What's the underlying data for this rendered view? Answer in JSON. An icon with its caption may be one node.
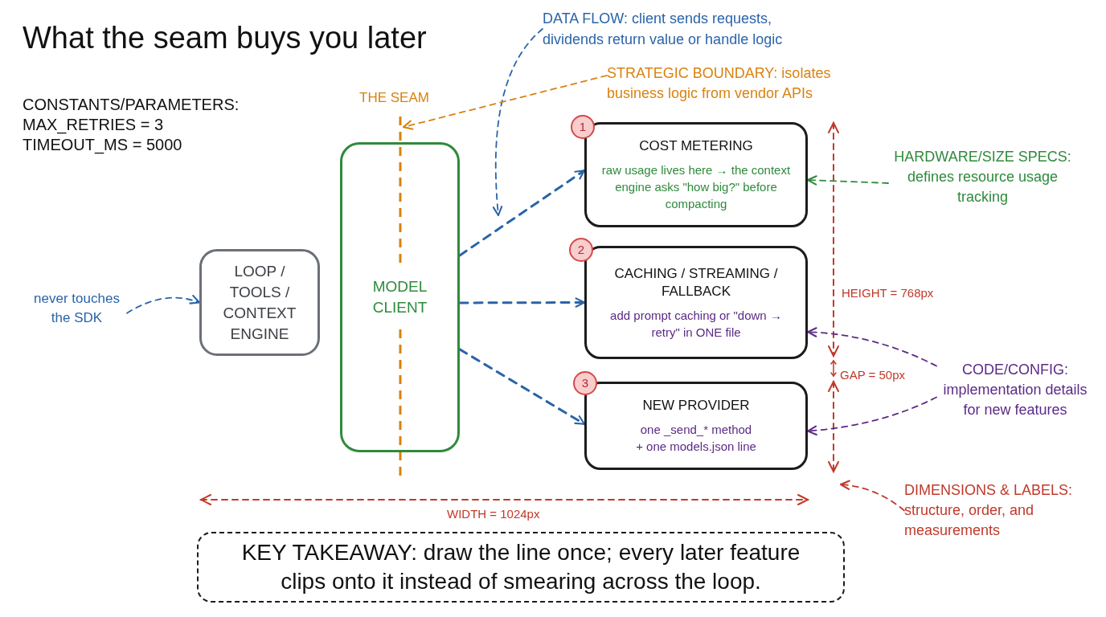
{
  "diagram": {
    "title": "What the seam buys you later",
    "nodes": [
      {
        "text": [
          "never touches the SDK"
        ]
      },
      {
        "text": [
          "LOOP / TOOLS / CONTEXT ENGINE"
        ]
      },
      {
        "text": [
          "MODEL CLIENT"
        ]
      },
      {
        "text": [],
        "shape": "line"
      },
      {
        "text": [
          "DATA FLOW: client sends requests, dividends return value or handle logic"
        ]
      },
      {
        "text": [
          "STRATEGIC BOUNDARY: isolates business logic from vendor APIs"
        ]
      },
      {
        "text": [
          "COST METERING",
          "raw usage lives here → the context engine asks \"how big?\" before compacting"
        ]
      },
      {
        "text": [
          "HARDWARE/SIZE SPECS: defines resource usage tracking"
        ]
      },
      {
        "text": [
          "CACHING / STREAMING / FALLBACK",
          "add prompt caching or \"down → retry\" in ONE file"
        ]
      },
      {
        "text": [
          "NEW PROVIDER",
          "one _send_* method + one models.json line"
        ]
      },
      {
        "text": [
          "CODE/CONFIG: implementation details for new features"
        ]
      },
      {
        "text": [
          "DIMENSIONS & LABELS: structure, order, and measurements"
        ]
      },
      {
        "text": [
          "KEY TAKEAWAY: draw the line once; every later feature clips onto it instead of smearing across the loop."
        ]
      }
    ],
    "edges": [
      {
        "from": 0,
        "to": 1,
        "arrow": "to",
        "style": "dashed"
      },
      {
        "from": 2,
        "to": 6,
        "arrow": "to",
        "style": "dashed"
      },
      {
        "from": 2,
        "to": 8,
        "arrow": "to",
        "style": "dashed"
      },
      {
        "from": 2,
        "to": 9,
        "arrow": "to",
        "style": "dashed"
      },
      {
        "from": 4,
        "to": null,
        "arrow": "to",
        "style": "dashed"
      },
      {
        "from": 5,
        "to": 3,
        "arrow": "to",
        "style": "dashed",
        "color": "#d9820f"
      },
      {
        "from": 7,
        "to": 6,
        "arrow": "to",
        "style": "dashed",
        "color": "#2f8a3c"
      },
      {
        "from": 10,
        "to": 8,
        "arrow": "to",
        "style": "dashed",
        "color": "#5b2a86"
      },
      {
        "from": 10,
        "to": 9,
        "arrow": "to",
        "style": "dashed",
        "color": "#5b2a86"
      },
      {
        "from": 11,
        "to": null,
        "arrow": "to",
        "style": "dashed",
        "color": "#c0392b"
      }
    ],
    "labels": [
      "CONSTANTS/PARAMETERS:",
      "MAX_RETRIES = 3",
      "TIMEOUT_MS = 5000",
      "THE SEAM",
      "1",
      "2",
      "HEIGHT = 768px",
      "GAP = 50px",
      "3",
      "WIDTH = 1024px"
    ]
  }
}
